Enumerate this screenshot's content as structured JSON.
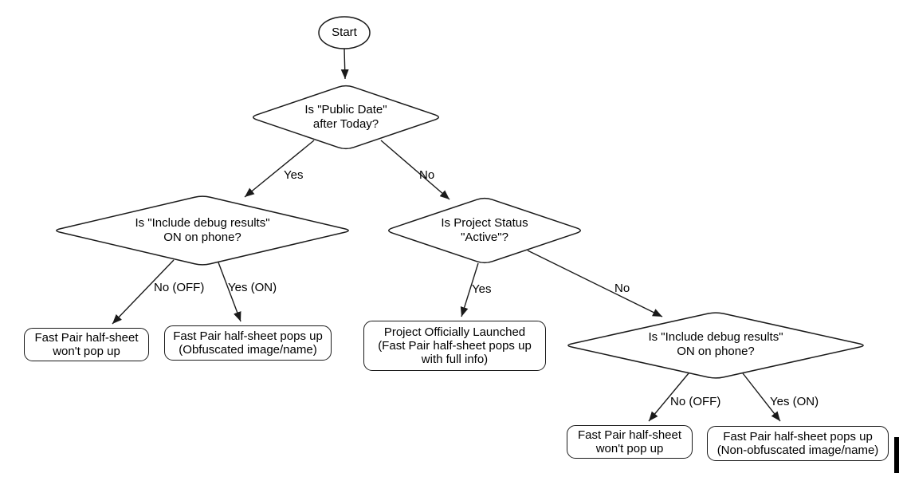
{
  "flowchart": {
    "start": {
      "label": "Start"
    },
    "decisions": {
      "public_date": {
        "lines": [
          "Is \"Public Date\"",
          "after Today?"
        ]
      },
      "debug_left": {
        "lines": [
          "Is \"Include debug results\"",
          "ON on phone?"
        ]
      },
      "project_status": {
        "lines": [
          "Is Project Status",
          "\"Active\"?"
        ]
      },
      "debug_right": {
        "lines": [
          "Is \"Include debug results\"",
          "ON on phone?"
        ]
      }
    },
    "outcomes": {
      "no_popup_left": {
        "lines": [
          "Fast Pair half-sheet",
          "won't pop up"
        ]
      },
      "obfuscated": {
        "lines": [
          "Fast Pair half-sheet pops up",
          "(Obfuscated image/name)"
        ]
      },
      "launched": {
        "lines": [
          "Project Officially Launched",
          "(Fast Pair half-sheet pops up",
          "with full info)"
        ]
      },
      "no_popup_right": {
        "lines": [
          "Fast Pair half-sheet",
          "won't pop up"
        ]
      },
      "non_obfuscated": {
        "lines": [
          "Fast Pair half-sheet pops up",
          "(Non-obfuscated image/name)"
        ]
      }
    },
    "edge_labels": {
      "d1_yes": "Yes",
      "d1_no": "No",
      "d2_no": "No (OFF)",
      "d2_yes": "Yes (ON)",
      "d3_yes": "Yes",
      "d3_no": "No",
      "d4_no": "No (OFF)",
      "d4_yes": "Yes (ON)"
    },
    "colors": {
      "line": "#1a1a1a",
      "text": "#000000",
      "background": "#ffffff"
    }
  }
}
